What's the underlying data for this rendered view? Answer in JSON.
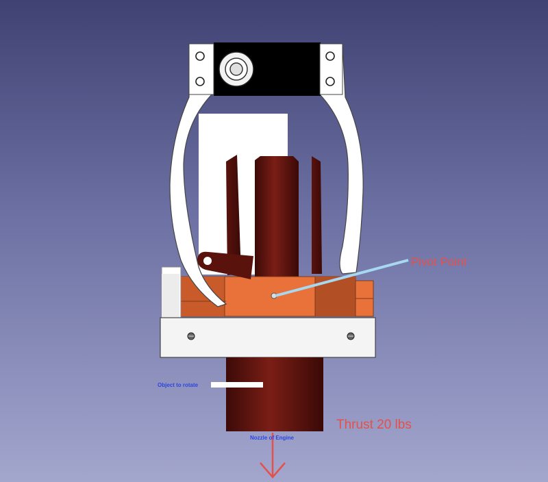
{
  "colors": {
    "background_top": "#3f4272",
    "background_bottom": "#a3a6cd",
    "body_red": "#5e140f",
    "body_orange": "#e8723a",
    "frame_white": "#ffffff",
    "annotation_red": "#e5504a",
    "annotation_blue": "#2a45e0",
    "pivot_line": "#a8d8f0"
  },
  "labels": {
    "pivot_point": "Pivot Point",
    "thrust": "Thrust 20 lbs",
    "object_to_rotate": "Object to rotate",
    "nozzle": "Nozzle of Engine"
  }
}
